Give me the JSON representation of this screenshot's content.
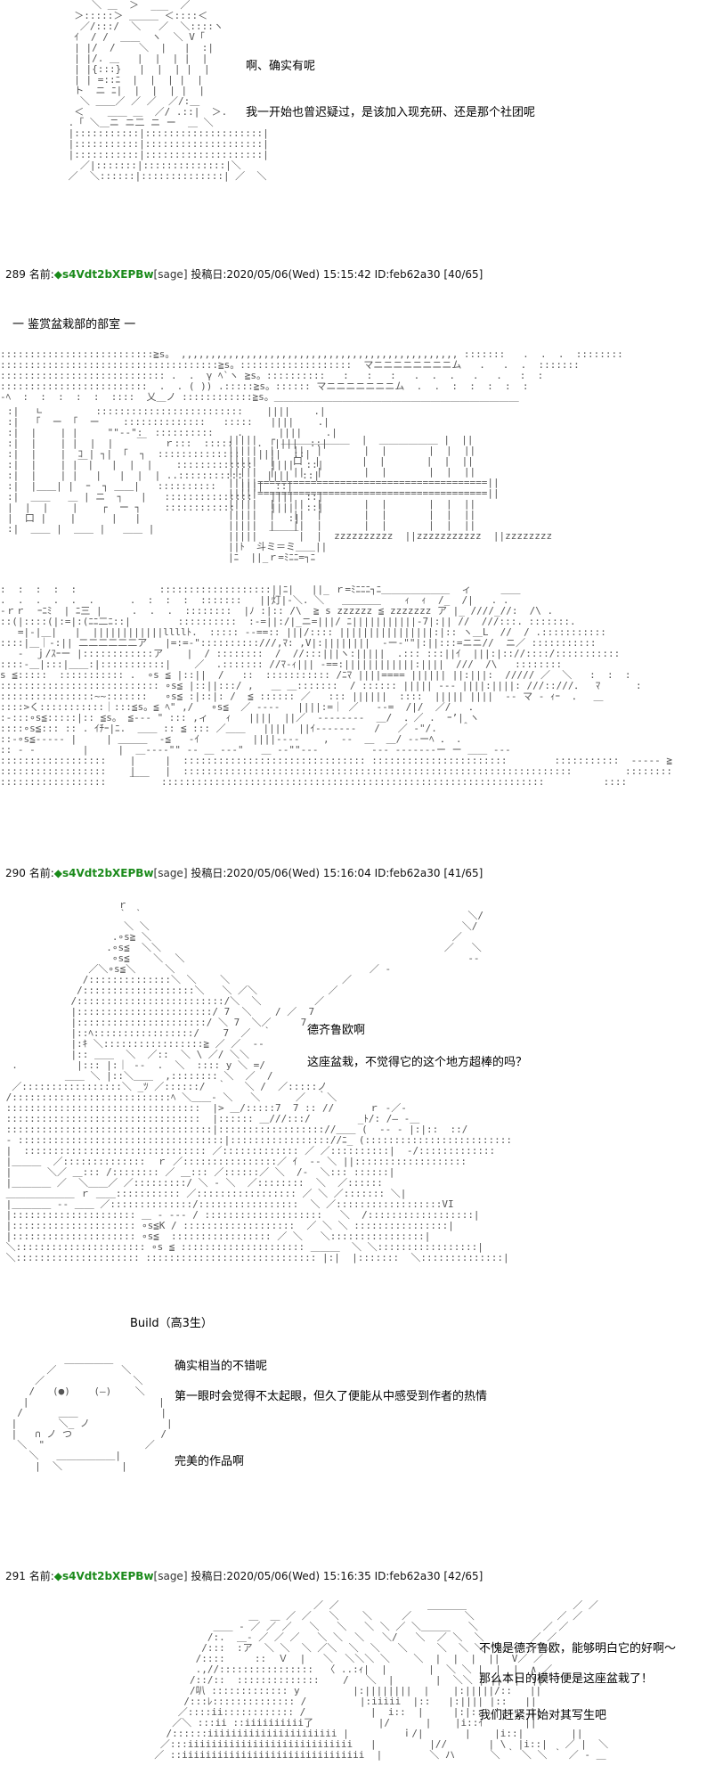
{
  "top_scene": {
    "line1": "啊、确实有呢",
    "line2": "我一开始也曾迟疑过，是该加入现充研、还是那个社团呢"
  },
  "posts": [
    {
      "number": "289",
      "name_label": "名前:",
      "trip": "◆s4Vdt2bXEPBw",
      "mail": "[sage]",
      "date_label": "投稿日:",
      "datetime": "2020/05/06(Wed) 15:15:42",
      "id": "ID:feb62a30",
      "count": "[40/65]"
    },
    {
      "number": "290",
      "name_label": "名前:",
      "trip": "◆s4Vdt2bXEPBw",
      "mail": "[sage]",
      "date_label": "投稿日:",
      "datetime": "2020/05/06(Wed) 15:16:04",
      "id": "ID:feb62a30",
      "count": "[41/65]"
    },
    {
      "number": "291",
      "name_label": "名前:",
      "trip": "◆s4Vdt2bXEPBw",
      "mail": "[sage]",
      "date_label": "投稿日:",
      "datetime": "2020/05/06(Wed) 15:16:35",
      "id": "ID:feb62a30",
      "count": "[42/65]"
    }
  ],
  "room_scene": {
    "title": "一 鉴赏盆栽部的部室 一"
  },
  "build_scene": {
    "line1": "德齐鲁欧啊",
    "line2": "这座盆栽，不觉得它的这个地方超棒的吗？",
    "caption": "Build（高3生）"
  },
  "face_scene": {
    "line1": "确实相当的不错呢",
    "line2": "第一眼时会觉得不太起眼，但久了便能从中感受到作者的热情",
    "line3": "完美的作品啊"
  },
  "final_scene": {
    "line1": "不愧是德齐鲁欧，能够明白它的好啊〜",
    "line2": "那么本日的模特便是这座盆栽了！",
    "line3": "我们赶紧开始对其写生吧"
  }
}
